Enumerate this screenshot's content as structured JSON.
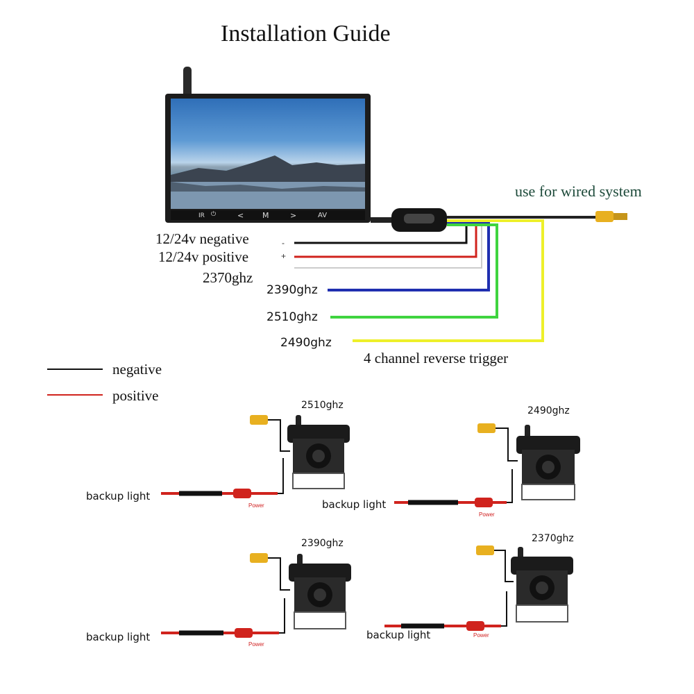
{
  "title": "Installation Guide",
  "monitor": {
    "buttons": [
      "IR",
      "⏻",
      "<",
      "M",
      ">",
      "AV"
    ]
  },
  "wired_label": "use for wired system",
  "wire_labels": {
    "negative": "12/24v negative",
    "positive": "12/24v positive",
    "neg_symbol": "-",
    "pos_symbol": "+",
    "ch2370": "2370ghz",
    "ch2390": "2390ghz",
    "ch2510": "2510ghz",
    "ch2490": "2490ghz"
  },
  "trigger_label": "4 channel reverse trigger",
  "legend": {
    "negative": "negative",
    "positive": "positive"
  },
  "cameras": [
    {
      "freq": "2510ghz",
      "backup": "backup light",
      "power": "Power"
    },
    {
      "freq": "2490ghz",
      "backup": "backup light",
      "power": "Power"
    },
    {
      "freq": "2390ghz",
      "backup": "backup light",
      "power": "Power"
    },
    {
      "freq": "2370ghz",
      "backup": "backup light",
      "power": "Power"
    }
  ],
  "colors": {
    "negative": "#111111",
    "positive": "#d0231d",
    "ch2390": "#1f2fb0",
    "ch2510": "#3fd43f",
    "ch2490": "#eef02a",
    "rca": "#e8b020"
  }
}
